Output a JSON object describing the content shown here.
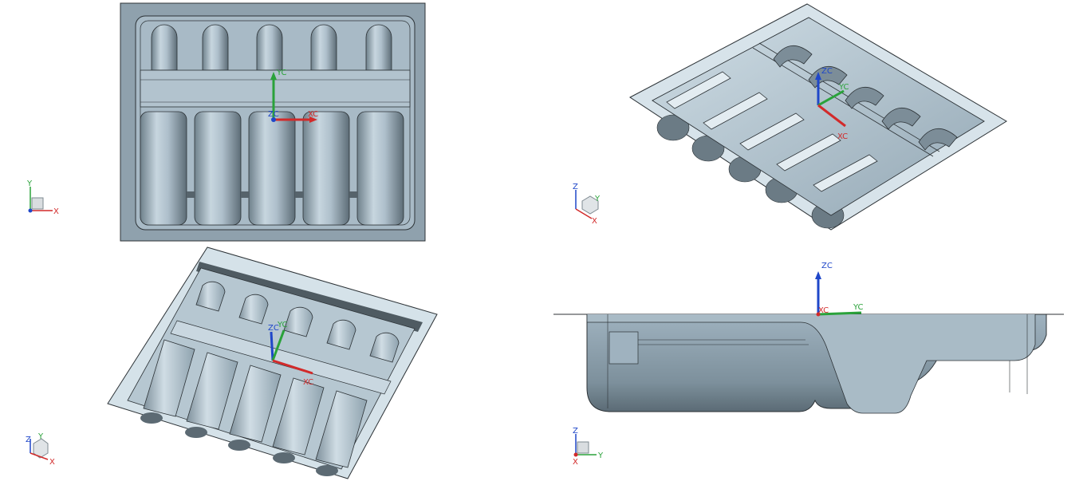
{
  "colors": {
    "part_fill": "#9eb1bf",
    "part_light": "#d5e2ea",
    "part_dark": "#56636b",
    "edge": "#2c3236",
    "x_axis": "#d22a2a",
    "y_axis": "#2aa23a",
    "z_axis": "#1f47c9"
  },
  "views": [
    {
      "name": "top-view",
      "csys": {
        "x": "XC",
        "y": "YC",
        "z": "ZC"
      },
      "triad": {
        "x": "X",
        "y": "Y"
      }
    },
    {
      "name": "isometric-view-1",
      "csys": {
        "x": "XC",
        "y": "YC",
        "z": "ZC"
      },
      "triad": {
        "x": "X",
        "y": "Y",
        "z": "Z"
      }
    },
    {
      "name": "isometric-view-2",
      "csys": {
        "x": "XC",
        "y": "YC",
        "z": "ZC"
      },
      "triad": {
        "x": "X",
        "y": "Y",
        "z": "Z"
      }
    },
    {
      "name": "side-view",
      "csys": {
        "x": "XC",
        "y": "YC",
        "z": "ZC"
      },
      "triad": {
        "x": "X",
        "y": "Y",
        "z": "Z"
      }
    }
  ],
  "icons": [
    "wcs-triad-icon",
    "view-triad-icon",
    "cube-orientation-icon"
  ]
}
